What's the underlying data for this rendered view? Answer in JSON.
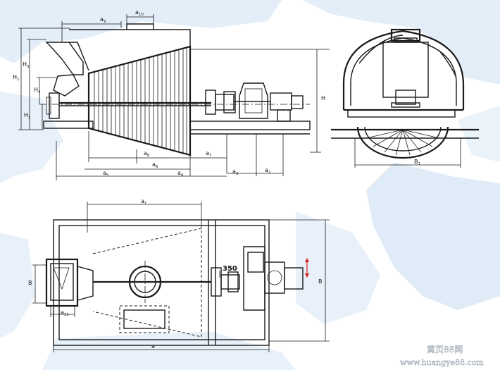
{
  "labels": {
    "a": "a",
    "a1": "a",
    "a1_sub": "1",
    "a2": "a",
    "a2_sub": "2",
    "a3": "a",
    "a3_sub": "3",
    "a4": "a",
    "a4_sub": "4",
    "a5": "a",
    "a5_sub": "5",
    "a6": "a",
    "a6_sub": "6",
    "a7": "a",
    "a7_sub": "7",
    "a8": "a",
    "a8_sub": "8",
    "a9": "a",
    "a9_sub": "9",
    "a10": "a",
    "a10_sub": "10",
    "a11": "a",
    "a11_sub": "11",
    "H": "H",
    "H1": "H",
    "H1_sub": "1",
    "H2": "H",
    "H2_sub": "2",
    "H3": "H",
    "H3_sub": "3",
    "H4": "H",
    "H4_sub": "4",
    "B": "B",
    "B_left": "B",
    "B1": "B",
    "B1_sub": "1",
    "dim350": "350"
  },
  "watermark": {
    "line1": "黄页88网",
    "line2": "www.huangye88.com"
  },
  "colors": {
    "background": "#ffffff",
    "map_tint": "#dce9f5",
    "line": "#1a1a1a",
    "accent_red": "#d42020"
  }
}
